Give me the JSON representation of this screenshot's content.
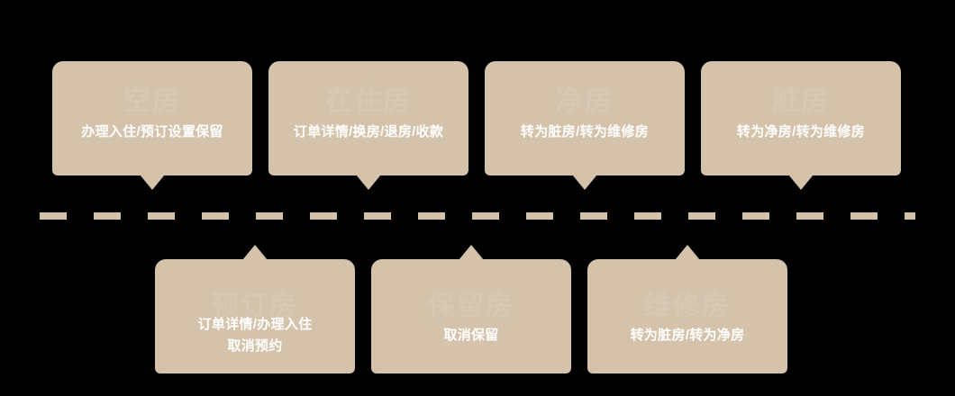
{
  "theme": {
    "background": "#000000",
    "bubble_fill": "#d4c3aa",
    "label_color": "#ffffff",
    "divider_color": "#d4c3aa"
  },
  "divider": {
    "name": "status-divider",
    "dash_length": 30,
    "gap_length": 30,
    "thickness": 8
  },
  "top_row": [
    {
      "watermark": "空房",
      "label": "办理入住/预订设置保留"
    },
    {
      "watermark": "在住房",
      "label": "订单详情/换房/退房/收款"
    },
    {
      "watermark": "净房",
      "label": "转为脏房/转为维修房"
    },
    {
      "watermark": "脏房",
      "label": "转为净房/转为维修房"
    }
  ],
  "bottom_row": [
    {
      "watermark": "预订房",
      "label": "订单详情/办理入住\n取消预约"
    },
    {
      "watermark": "保留房",
      "label": "取消保留"
    },
    {
      "watermark": "维修房",
      "label": "转为脏房/转为净房"
    }
  ]
}
